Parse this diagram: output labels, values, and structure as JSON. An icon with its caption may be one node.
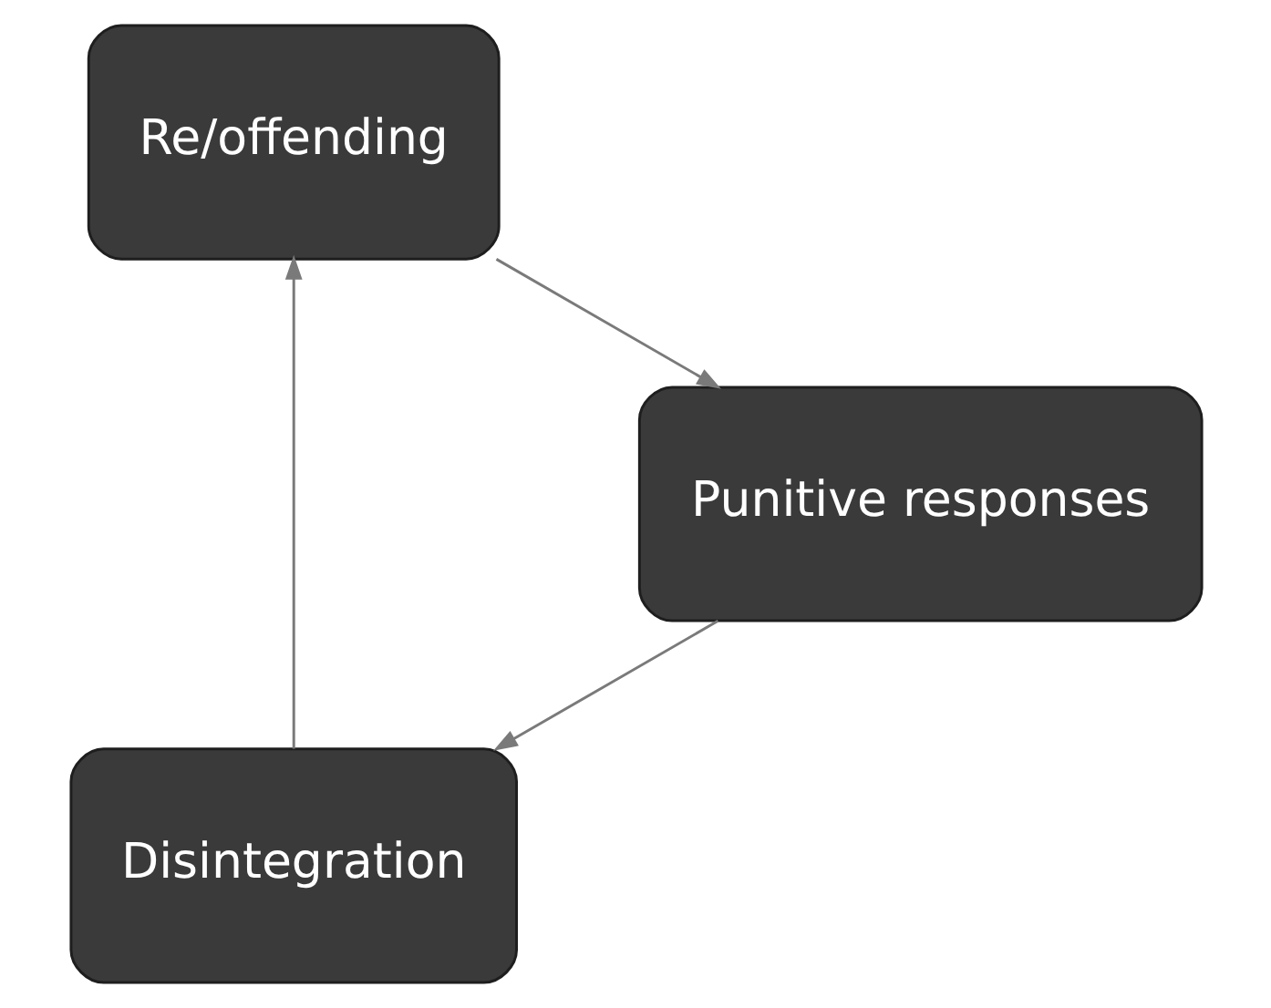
{
  "diagram": {
    "nodes": [
      {
        "text": [
          "Disintegration"
        ]
      },
      {
        "text": [
          "Re/offending"
        ]
      },
      {
        "text": [
          "Punitive responses"
        ]
      }
    ],
    "edges": [
      {
        "from": 0,
        "to": 1,
        "arrow": "to"
      },
      {
        "from": 1,
        "to": 2,
        "arrow": "to"
      },
      {
        "from": 2,
        "to": 0,
        "arrow": "to"
      }
    ]
  }
}
